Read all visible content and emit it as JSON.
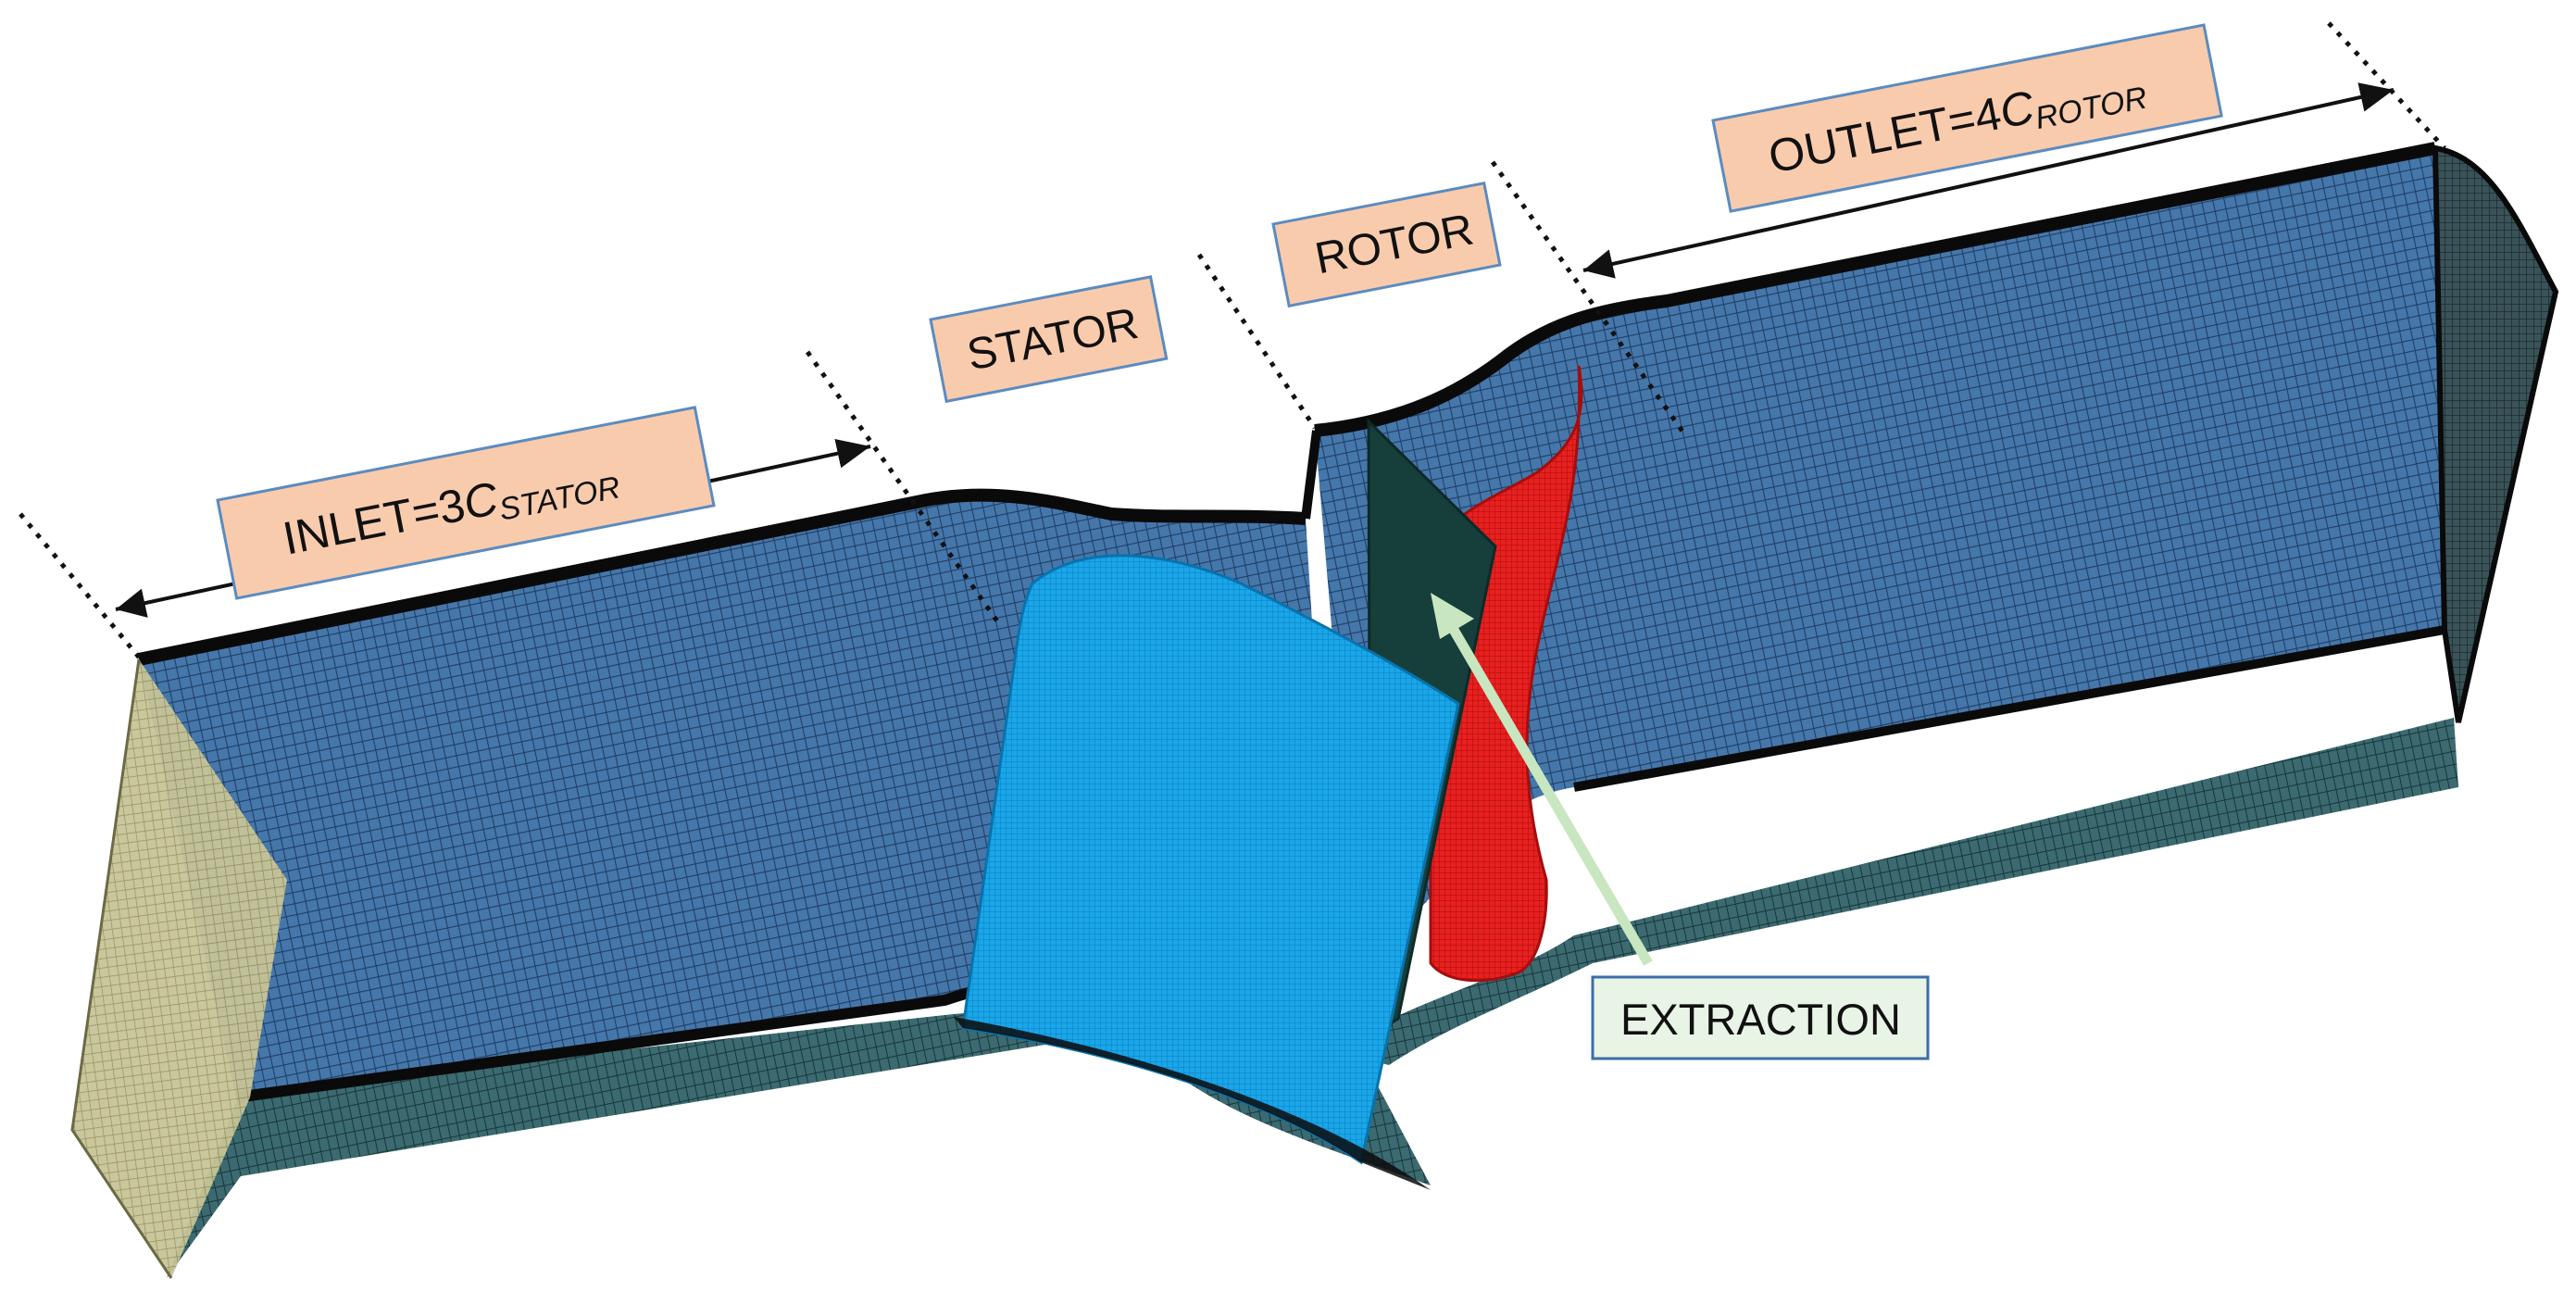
{
  "labels": {
    "inlet": {
      "prefix": "INLET=3",
      "base": "C",
      "sub": "STATOR"
    },
    "stator": "STATOR",
    "rotor": "ROTOR",
    "outlet": {
      "prefix": "OUTLET=4",
      "base": "C",
      "sub": "ROTOR"
    },
    "extraction": "EXTRACTION"
  },
  "colors": {
    "label_fill": "#f9cbad",
    "label_stroke": "#5b8bc0",
    "extraction_fill": "#e8f4e6",
    "extraction_stroke": "#3c6ea6",
    "extraction_arrow": "#c8e6c0",
    "mesh_blue": "#3f6fa3",
    "mesh_floor": "#2f5a62",
    "inlet_face": "#c7c497",
    "stator_blade": "#1aa6e8",
    "rotor_blade": "#e21c1c",
    "extraction_plane": "#163f3c"
  }
}
